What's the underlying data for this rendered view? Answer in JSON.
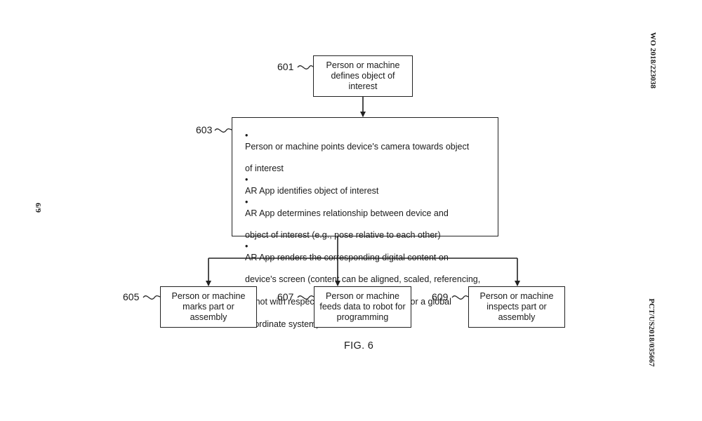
{
  "publication_number": "WO 2018/223038",
  "application_number": "PCT/US2018/035667",
  "sheet_number": "6/9",
  "figure_caption": "FIG. 6",
  "nodes": {
    "n601": {
      "ref": "601",
      "lines": [
        "Person or machine",
        "defines object of",
        "interest"
      ]
    },
    "n603": {
      "ref": "603",
      "bullets": [
        {
          "lines": [
            "Person or machine points device's camera towards object",
            "of interest"
          ]
        },
        {
          "lines": [
            "AR App identifies object of interest"
          ]
        },
        {
          "lines": [
            "AR App determines relationship between device and",
            "object of interest (e.g., pose relative to each other)"
          ]
        },
        {
          "lines": [
            "AR App renders the corresponding digital content on",
            "device's screen (content can be aligned, scaled, referencing,",
            "or not with respect to the object of interest or a global",
            "coordinate system)"
          ]
        }
      ]
    },
    "n605": {
      "ref": "605",
      "lines": [
        "Person or machine",
        "marks part or",
        "assembly"
      ]
    },
    "n607": {
      "ref": "607",
      "lines": [
        "Person or machine",
        "feeds data to robot for",
        "programming"
      ]
    },
    "n609": {
      "ref": "609",
      "lines": [
        "Person or machine",
        "inspects part or",
        "assembly"
      ]
    }
  }
}
